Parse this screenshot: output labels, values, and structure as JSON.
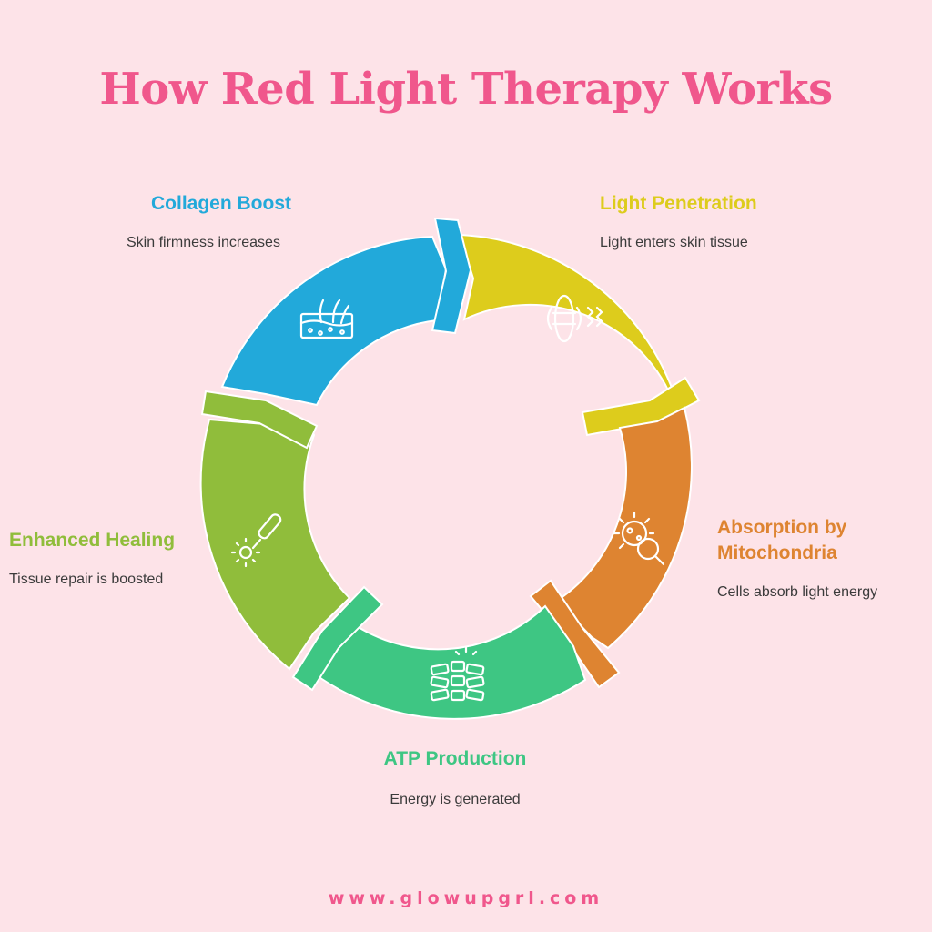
{
  "title": "How Red Light Therapy Works",
  "footer": "www.glowupgrl.com",
  "steps": [
    {
      "title": "Light Penetration",
      "desc": "Light enters skin tissue",
      "color": "#ddcc1c",
      "icon": "light-waves-icon"
    },
    {
      "title": "Absorption by Mitochondria",
      "desc": "Cells absorb light energy",
      "color": "#de8431",
      "icon": "cell-magnifier-icon"
    },
    {
      "title": "ATP Production",
      "desc": "Energy is generated",
      "color": "#3ec683",
      "icon": "energy-cells-icon"
    },
    {
      "title": "Enhanced Healing",
      "desc": "Tissue repair is boosted",
      "color": "#90bd3b",
      "icon": "healing-wand-icon"
    },
    {
      "title": "Collagen Boost",
      "desc": "Skin firmness increases",
      "color": "#22a9da",
      "icon": "skin-layers-icon"
    }
  ]
}
